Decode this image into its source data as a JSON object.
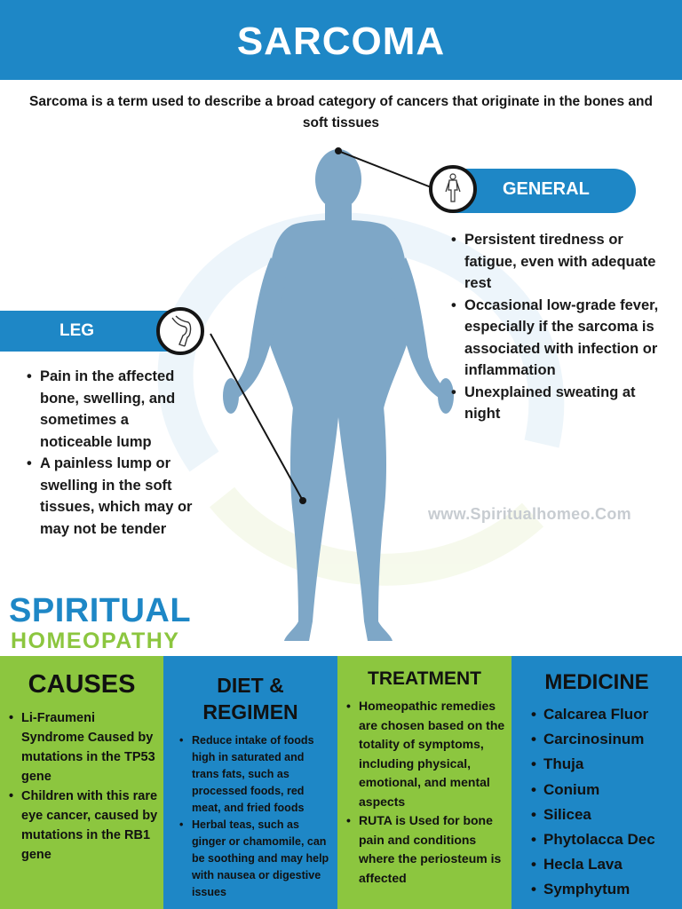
{
  "header": {
    "title": "SARCOMA"
  },
  "intro": "Sarcoma is a term used to describe a broad category of cancers that originate in the bones and soft tissues",
  "general": {
    "label": "GENERAL",
    "items": [
      "Persistent tiredness or fatigue, even with adequate rest",
      "Occasional low-grade fever, especially if the sarcoma is associated with infection or inflammation",
      "Unexplained sweating at night"
    ]
  },
  "leg": {
    "label": "LEG",
    "items": [
      "Pain in the affected bone, swelling, and sometimes a noticeable lump",
      "A painless lump or swelling in the soft tissues, which may or may not be tender"
    ]
  },
  "watermark": "www.Spiritualhomeo.Com",
  "brand": {
    "line1": "SPIRITUAL",
    "line2": "HOMEOPATHY"
  },
  "causes": {
    "title": "CAUSES",
    "items": [
      "Li-Fraumeni Syndrome Caused by mutations in the TP53 gene",
      "Children with this rare eye cancer, caused by mutations in the RB1 gene"
    ]
  },
  "diet": {
    "title_line1": "DIET &",
    "title_line2": "REGIMEN",
    "items": [
      "Reduce intake of foods high in saturated and trans fats, such as processed foods, red meat, and fried foods",
      "Herbal teas, such as ginger or chamomile, can be soothing and may help with nausea or digestive issues"
    ]
  },
  "treatment": {
    "title": "TREATMENT",
    "items": [
      "Homeopathic remedies are chosen based on the totality of symptoms, including physical, emotional, and mental aspects",
      "RUTA is Used for bone pain and conditions where the periosteum is affected"
    ]
  },
  "medicine": {
    "title": "MEDICINE",
    "items": [
      "Calcarea Fluor",
      "Carcinosinum",
      "Thuja",
      "Conium",
      "Silicea",
      "Phytolacca Dec",
      "Hecla Lava",
      "Symphytum"
    ]
  },
  "colors": {
    "blue": "#1e87c6",
    "green": "#8cc63f",
    "body": "#7ea7c7"
  },
  "icons": {
    "general": "human-figure-icon",
    "leg": "leg-icon"
  }
}
